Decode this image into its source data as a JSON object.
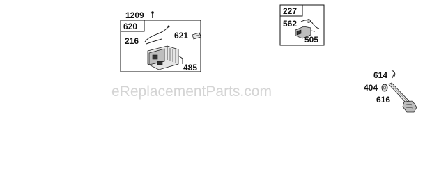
{
  "watermark": "eReplacementParts.com",
  "groups": [
    {
      "id": "group-left",
      "parent": "1209",
      "header": "620",
      "labels": [
        "216",
        "621",
        "485"
      ]
    },
    {
      "id": "group-middle",
      "header": "227",
      "labels": [
        "562",
        "505"
      ]
    },
    {
      "id": "group-right",
      "labels": [
        "614",
        "404",
        "616"
      ]
    }
  ],
  "colors": {
    "ink": "#111111",
    "watermark": "#d4d4d4",
    "background": "#ffffff"
  }
}
